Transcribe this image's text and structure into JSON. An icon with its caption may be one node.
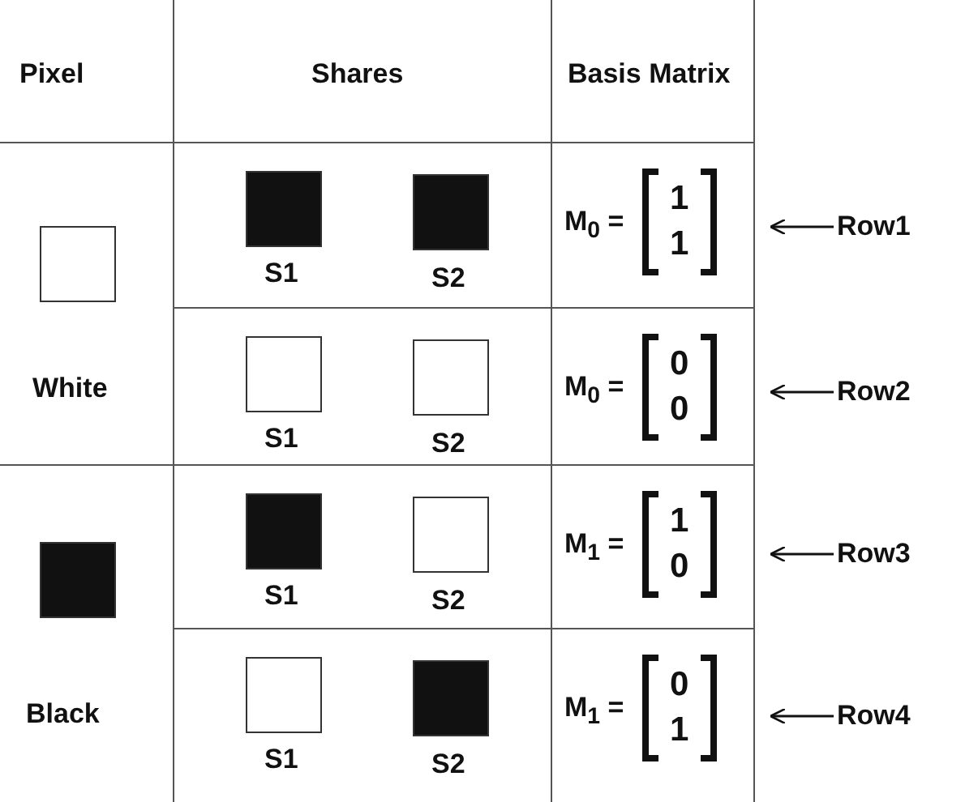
{
  "diagram": {
    "nodes": [
      {
        "text": [
          "Row1"
        ]
      },
      {
        "text": [
          "Row2"
        ]
      },
      {
        "text": [
          "Row3"
        ]
      },
      {
        "text": [
          "Row4"
        ]
      }
    ],
    "edges": [
      {
        "from": 0,
        "to": null,
        "arrow": "to"
      },
      {
        "from": 1,
        "to": null,
        "arrow": "to"
      },
      {
        "from": 2,
        "to": null,
        "arrow": "to"
      },
      {
        "from": 3,
        "to": null,
        "arrow": "to"
      }
    ],
    "labels": [
      "Pixel",
      "Shares",
      "Basis Matrix",
      "White",
      "S1",
      "S2",
      "M$_{0}$ =",
      "1",
      "1",
      "S1",
      "S2",
      "M$_{0}$ =",
      "0",
      "0",
      "Black",
      "S1",
      "S2",
      "M$_{1}$ =",
      "1",
      "0",
      "S1",
      "S2",
      "M$_{1}$ =",
      "0",
      "1"
    ]
  }
}
